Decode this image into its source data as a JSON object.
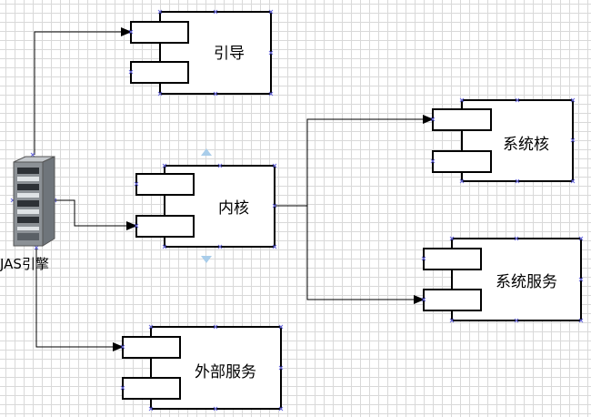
{
  "diagram": {
    "server_label": "JAS引擎",
    "components": [
      {
        "id": "boot",
        "label": "引导"
      },
      {
        "id": "kernel",
        "label": "内核"
      },
      {
        "id": "external",
        "label": "外部服务"
      },
      {
        "id": "syscore",
        "label": "系统核"
      },
      {
        "id": "sysservice",
        "label": "系统服务"
      }
    ],
    "colors": {
      "line": "#000000",
      "handle": "#6a6adf",
      "move_arrow": "#a9cdea",
      "server_body": "#8c9196"
    },
    "icons": [
      "server-icon",
      "move-arrow-up-icon",
      "move-arrow-down-icon"
    ]
  }
}
